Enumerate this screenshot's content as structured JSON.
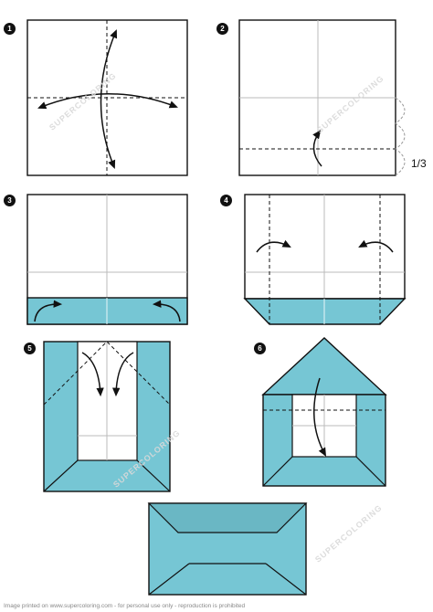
{
  "steps": [
    {
      "number": "1"
    },
    {
      "number": "2",
      "fraction_label": "1/3"
    },
    {
      "number": "3"
    },
    {
      "number": "4"
    },
    {
      "number": "5"
    },
    {
      "number": "6"
    }
  ],
  "watermark": "SUPERCOLORING",
  "footer": "Image printed on www.supercoloring.com - for personal use only - reproduction is prohibited",
  "colors": {
    "paper": "#ffffff",
    "fill": "#76c6d4",
    "stroke": "#111111",
    "crease": "#bbbbbb"
  }
}
